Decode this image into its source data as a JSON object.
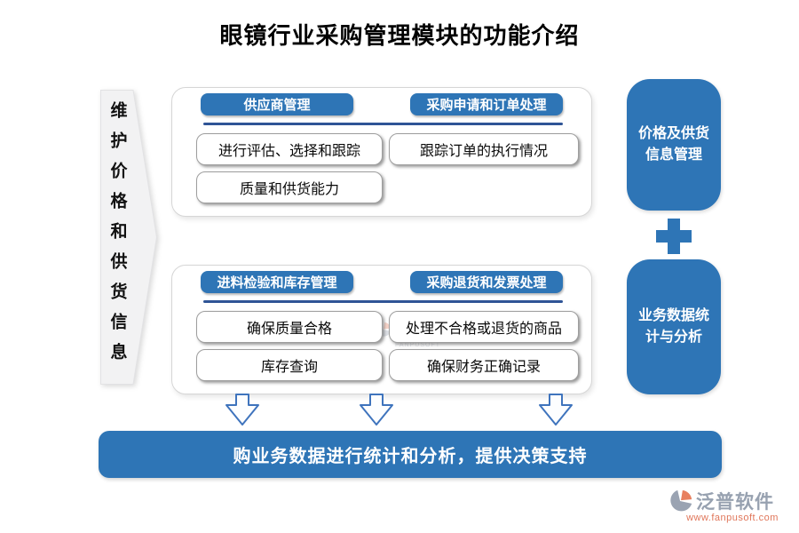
{
  "title": "眼镜行业采购管理模块的功能介绍",
  "colors": {
    "primary_blue": "#2E75B6",
    "divider_blue": "#2F5496",
    "arrow_stroke": "#3F74BD",
    "banner_gray": "#F2F2F3",
    "logo_gray": "#97A1B0",
    "logo_orange": "#E0765A"
  },
  "left_banner": {
    "text": "维护价格和供货信息"
  },
  "top_panel": {
    "headers": [
      {
        "label": "供应商管理"
      },
      {
        "label": "采购申请和订单处理"
      }
    ],
    "items": [
      {
        "label": "进行评估、选择和跟踪"
      },
      {
        "label": "跟踪订单的执行情况"
      },
      {
        "label": "质量和供货能力"
      }
    ]
  },
  "bottom_panel": {
    "headers": [
      {
        "label": "进料检验和库存管理"
      },
      {
        "label": "采购退货和发票处理"
      }
    ],
    "items": [
      {
        "label": "确保质量合格"
      },
      {
        "label": "处理不合格或退货的商品"
      },
      {
        "label": "库存查询"
      },
      {
        "label": "确保财务正确记录"
      }
    ],
    "watermark": {
      "brand": "泛普软件",
      "sub": "FANPUSOFT"
    }
  },
  "right_column": {
    "box1_lines": [
      "价格及供货",
      "信息管理"
    ],
    "box2_lines": [
      "业务数据统",
      "计与分析"
    ]
  },
  "bottom_bar": {
    "text": "购业务数据进行统计和分析，提供决策支持"
  },
  "logo": {
    "brand": "泛普软件",
    "url": "www.fanpusoft.com"
  }
}
